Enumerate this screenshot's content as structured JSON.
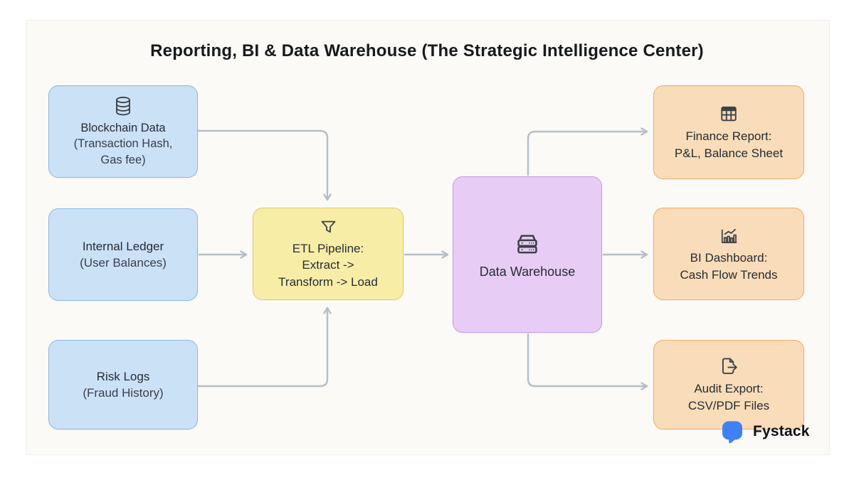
{
  "title": "Reporting, BI & Data Warehouse (The Strategic Intelligence Center)",
  "diagram_type": "flowchart",
  "colors": {
    "source_fill": "#cbe1f6",
    "source_border": "#8ab8e2",
    "etl_fill": "#f8eda7",
    "etl_border": "#e3c967",
    "warehouse_fill": "#e7ccf5",
    "warehouse_border": "#c79ae5",
    "output_fill": "#f9dcb9",
    "output_border": "#eeac68",
    "connector": "#b6bdc7",
    "icon_stroke": "#3b4249",
    "brand_blue": "#4080f5"
  },
  "nodes": {
    "blockchain": {
      "icon": "database-icon",
      "lines": {
        "0": "Blockchain Data",
        "1": "(Transaction Hash,",
        "2": "Gas fee)"
      }
    },
    "ledger": {
      "icon": null,
      "lines": {
        "0": "Internal Ledger",
        "1": "(User Balances)"
      }
    },
    "risk": {
      "icon": null,
      "lines": {
        "0": "Risk Logs",
        "1": "(Fraud History)"
      }
    },
    "etl": {
      "icon": "funnel-icon",
      "lines": {
        "0": "ETL Pipeline:",
        "1": "Extract ->",
        "2": "Transform -> Load"
      }
    },
    "warehouse": {
      "icon": "server-icon",
      "lines": {
        "0": "Data Warehouse"
      }
    },
    "finance": {
      "icon": "table-icon",
      "lines": {
        "0": "Finance Report:",
        "1": "P&L, Balance Sheet"
      }
    },
    "bi": {
      "icon": "chart-icon",
      "lines": {
        "0": "BI Dashboard:",
        "1": "Cash Flow Trends"
      }
    },
    "audit": {
      "icon": "file-export-icon",
      "lines": {
        "0": "Audit Export:",
        "1": "CSV/PDF Files"
      }
    }
  },
  "edges": [
    {
      "from": "blockchain",
      "to": "etl"
    },
    {
      "from": "ledger",
      "to": "etl"
    },
    {
      "from": "risk",
      "to": "etl"
    },
    {
      "from": "etl",
      "to": "warehouse"
    },
    {
      "from": "warehouse",
      "to": "finance"
    },
    {
      "from": "warehouse",
      "to": "bi"
    },
    {
      "from": "warehouse",
      "to": "audit"
    }
  ],
  "branding": {
    "logo": "fystack-logo",
    "name": "Fystack"
  }
}
